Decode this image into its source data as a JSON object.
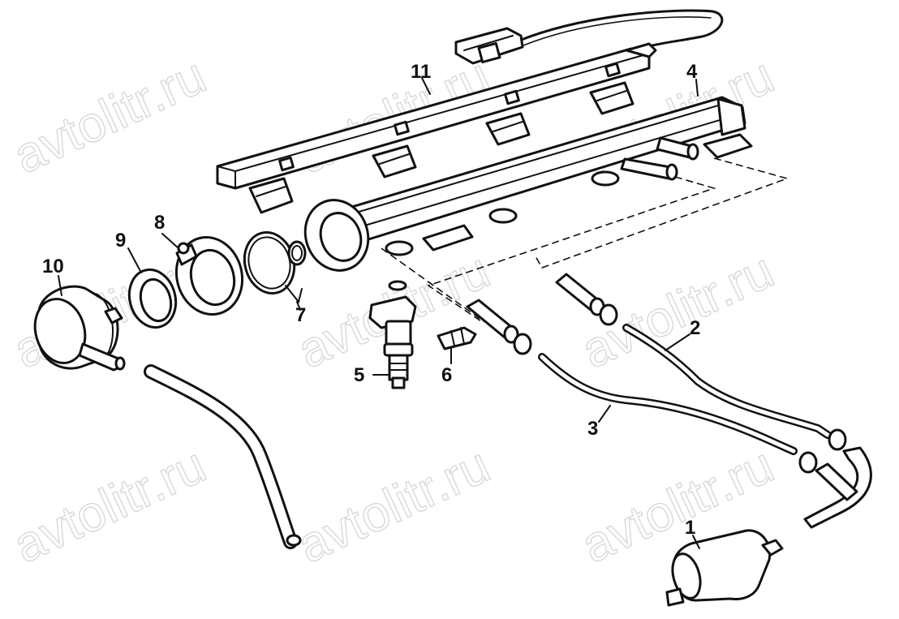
{
  "watermark": "avtolitr.ru",
  "callouts": {
    "c1": "1",
    "c2": "2",
    "c3": "3",
    "c4": "4",
    "c5": "5",
    "c6": "6",
    "c7": "7",
    "c8": "8",
    "c9": "9",
    "c10": "10",
    "c11": "11"
  },
  "colors": {
    "line": "#111111",
    "background": "#ffffff",
    "watermark": "#b9b9b9"
  }
}
